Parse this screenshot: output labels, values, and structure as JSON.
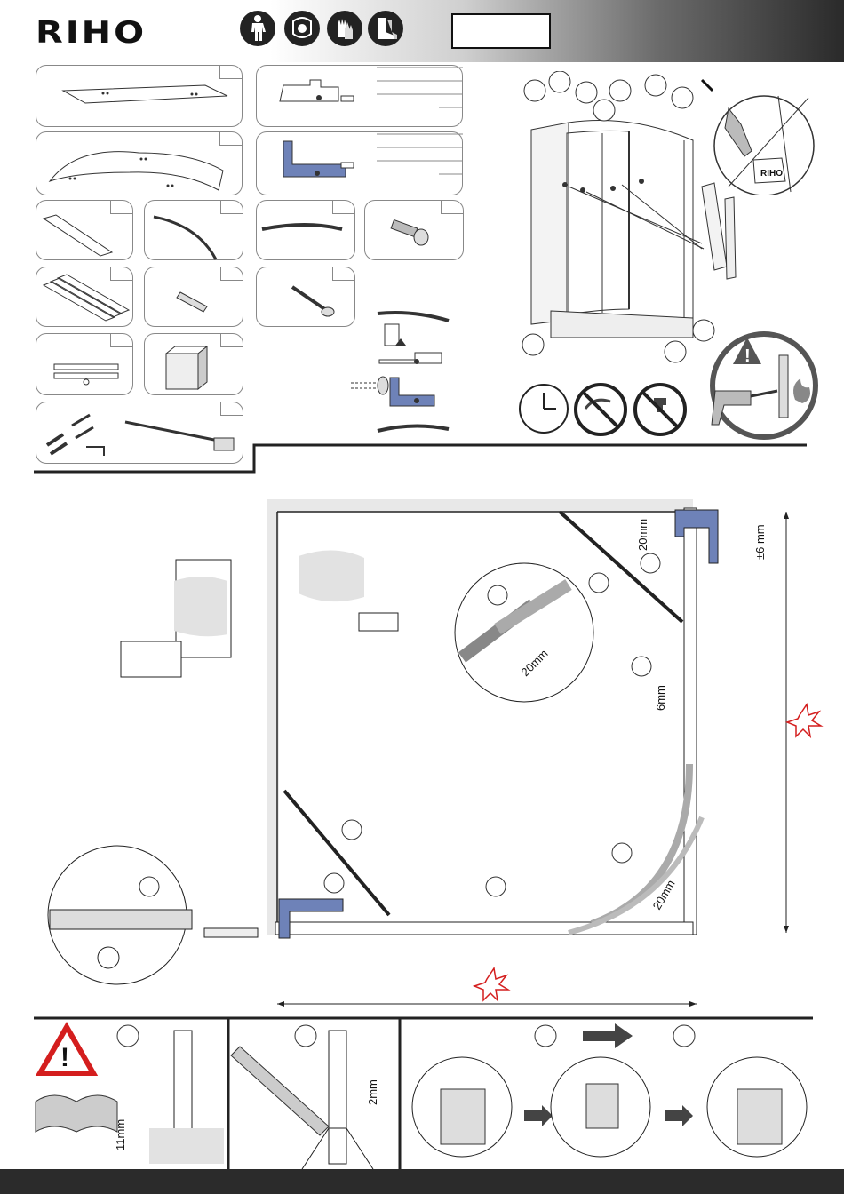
{
  "brand": {
    "name": "RIHO"
  },
  "ppe_icons": [
    "coverall-icon",
    "face-shield-icon",
    "gloves-icon",
    "safety-boots-icon"
  ],
  "labels": {
    "clip_logo": "RIHO",
    "dim_20mm_top": "20mm",
    "dim_pm6mm": "±6 mm",
    "dim_20mm_detail": "20mm",
    "dim_6mm": "6mm",
    "dim_20mm_lower": "20mm",
    "dim_11mm": "11mm",
    "dim_2mm": "2mm"
  },
  "colors": {
    "profile_blue": "#6e82b8",
    "warning_red": "#d41e1e",
    "floor_grey": "#e8e8e8"
  },
  "warning_icons": [
    "clock-icon",
    "no-shower-icon",
    "no-tap-water-icon",
    "no-drilling-pipes-icon"
  ]
}
